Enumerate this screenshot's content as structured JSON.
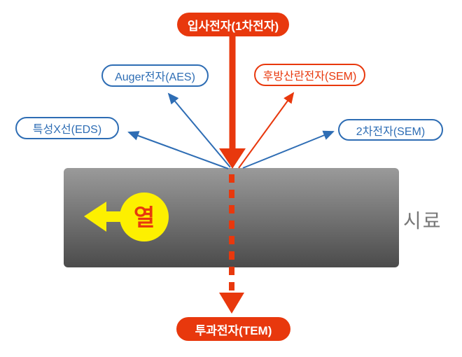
{
  "diagram": {
    "labels": {
      "incident": "입사전자(1차전자)",
      "auger": "Auger전자(AES)",
      "backscattered": "후방산란전자(SEM)",
      "xray": "특성X선(EDS)",
      "secondary": "2차전자(SEM)",
      "heat": "열",
      "sample": "시료",
      "transmitted": "투과전자(TEM)"
    },
    "colors": {
      "red": "#e8380d",
      "blue": "#2e6db4",
      "yellow": "#fdf000",
      "sample_gray_top": "#9a9a9a",
      "sample_gray_bottom": "#4b4b4b",
      "sample_text_gray": "#787878"
    }
  }
}
